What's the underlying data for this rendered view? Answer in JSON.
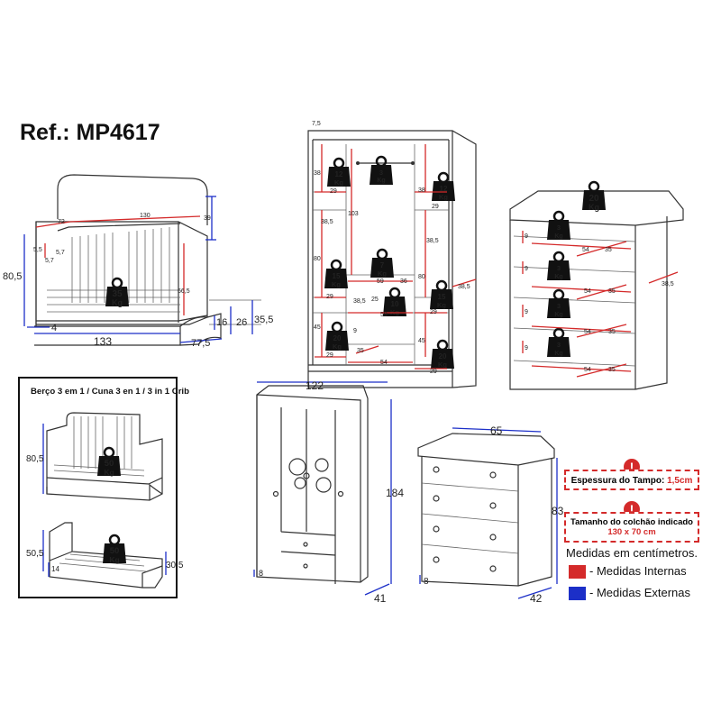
{
  "ref_title": "Ref.: MP4617",
  "crib_caption": "Berço 3 em 1 / Cuna 3 en 1 / 3 in 1 Crib",
  "notes": {
    "tampo_label": "Espessura do Tampo:",
    "tampo_value": "1,5cm",
    "colchao_label": "Tamanho do colchão indicado",
    "colchao_value": "130 x 70 cm",
    "warning_glyph": "!"
  },
  "legend": {
    "title": "Medidas em centímetros.",
    "internal_label": "- Medidas Internas",
    "external_label": "- Medidas Externas",
    "internal_color": "#d42a2a",
    "external_color": "#1c2fc8"
  },
  "weights": {
    "crib": [
      "35",
      "Kg"
    ],
    "crib_mid": [
      "50",
      "Kg"
    ],
    "crib_bed": [
      "50",
      "Kg"
    ],
    "wardrobe_shelf": [
      "12",
      "Kg"
    ],
    "wardrobe_rod": [
      "3",
      "Kg"
    ],
    "wardrobe_mid": [
      "15",
      "Kg"
    ],
    "wardrobe_center": [
      "7",
      "Kg"
    ],
    "wardrobe_drawer": [
      "10",
      "Kg"
    ],
    "wardrobe_bottom": [
      "20",
      "Kg"
    ],
    "dresser_top": [
      "20",
      "Kg"
    ],
    "dresser_drawer": [
      "3",
      "Kg"
    ]
  },
  "dims": {
    "crib": {
      "inner_length": "130",
      "inner_h1": "39",
      "inner_depth": "72",
      "d55": "5,5",
      "d57a": "5,7",
      "d57b": "5,7",
      "d665": "66,5",
      "height": "80,5",
      "foot": "4",
      "length": "133",
      "depth": "77,5",
      "d26": "26",
      "d16": "16",
      "d355": "35,5"
    },
    "crib_mid": {
      "height": "80,5"
    },
    "crib_bed": {
      "height": "50,5",
      "d14": "14",
      "d305": "30,5"
    },
    "wardrobe_int": {
      "top": "7,5",
      "d38a": "38",
      "d29a": "29",
      "d385a": "38,5",
      "d80a": "80",
      "d29b": "29",
      "d45a": "45",
      "d29c": "29",
      "d103": "103",
      "d38b": "38",
      "d29d": "29",
      "d385b": "38,5",
      "d80b": "80",
      "d29e": "29",
      "d45b": "45",
      "d29f": "29",
      "d59a": "59",
      "d36": "36",
      "d385c": "38,5",
      "d25": "25",
      "d59b": "59",
      "d9": "9",
      "d35": "35",
      "d54": "54",
      "d385d": "38,5"
    },
    "wardrobe_ext": {
      "width": "122",
      "height": "184",
      "depth": "41",
      "foot": "8"
    },
    "dresser_int": {
      "d9": "9",
      "d54": "54",
      "d35": "35",
      "d385": "38,5"
    },
    "dresser_ext": {
      "width": "65",
      "height": "83",
      "depth": "42",
      "foot": "8"
    }
  }
}
